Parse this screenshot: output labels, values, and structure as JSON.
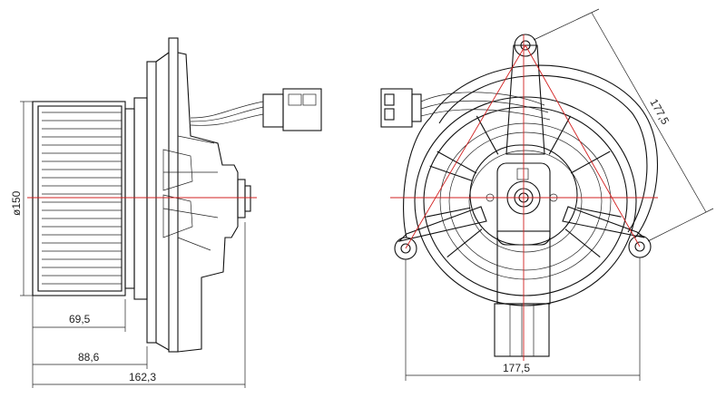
{
  "colors": {
    "outline": "#111111",
    "centerline": "#d22020",
    "background": "#ffffff"
  },
  "side_view": {
    "dimensions": {
      "diameter": "ø150",
      "length_fan": "69,5",
      "length_body": "88,6",
      "length_total": "162,3"
    }
  },
  "front_view": {
    "dimensions": {
      "width": "177,5",
      "diagonal": "177,5"
    }
  }
}
